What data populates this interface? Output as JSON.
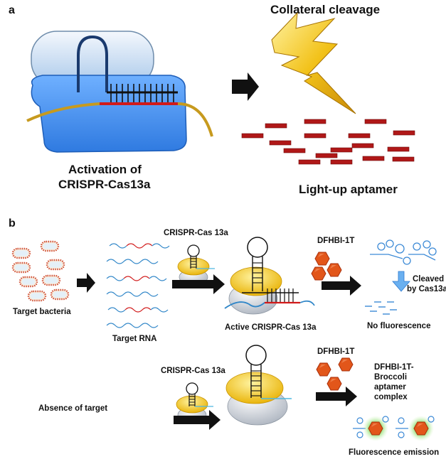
{
  "panel_a": {
    "letter": "a",
    "title": "Collateral cleavage",
    "caption_line1": "Activation of",
    "caption_line2": "CRISPR-Cas13a",
    "aptamer_label": "Light-up aptamer"
  },
  "panel_b": {
    "letter": "b",
    "target_bacteria": "Target bacteria",
    "target_rna": "Target RNA",
    "cas_label_top": "CRISPR-Cas 13a",
    "active_label": "Active CRISPR-Cas 13a",
    "dye_top": "DFHBI-1T",
    "cleaved_line1": "Cleaved",
    "cleaved_line2": "by Cas13a",
    "no_fluorescence": "No fluorescence",
    "absence": "Absence of target",
    "cas_label_bottom": "CRISPR-Cas 13a",
    "dye_bottom": "DFHBI-1T",
    "complex_line1": "DFHBI-1T-",
    "complex_line2": "Broccoli",
    "complex_line3": "aptamer",
    "complex_line4": "complex",
    "fluorescence_emission": "Fluorescence emission"
  },
  "colors": {
    "cas_blue": "#3f8ef0",
    "cas_top_lightblue": "#c8def5",
    "rna_gold": "#c79a1e",
    "target_red": "#d11a1a",
    "aptamer_red": "#b01818",
    "lightning_gold": "#f0c020",
    "hexagon_orange": "#e05418",
    "yellow_protein": "#f2c414",
    "rna_blue": "#2f86c8"
  },
  "icons": [
    "arrow-right-icon",
    "lightning-icon",
    "bacteria-icon",
    "hexagon-dye-icon",
    "down-arrow-icon"
  ]
}
